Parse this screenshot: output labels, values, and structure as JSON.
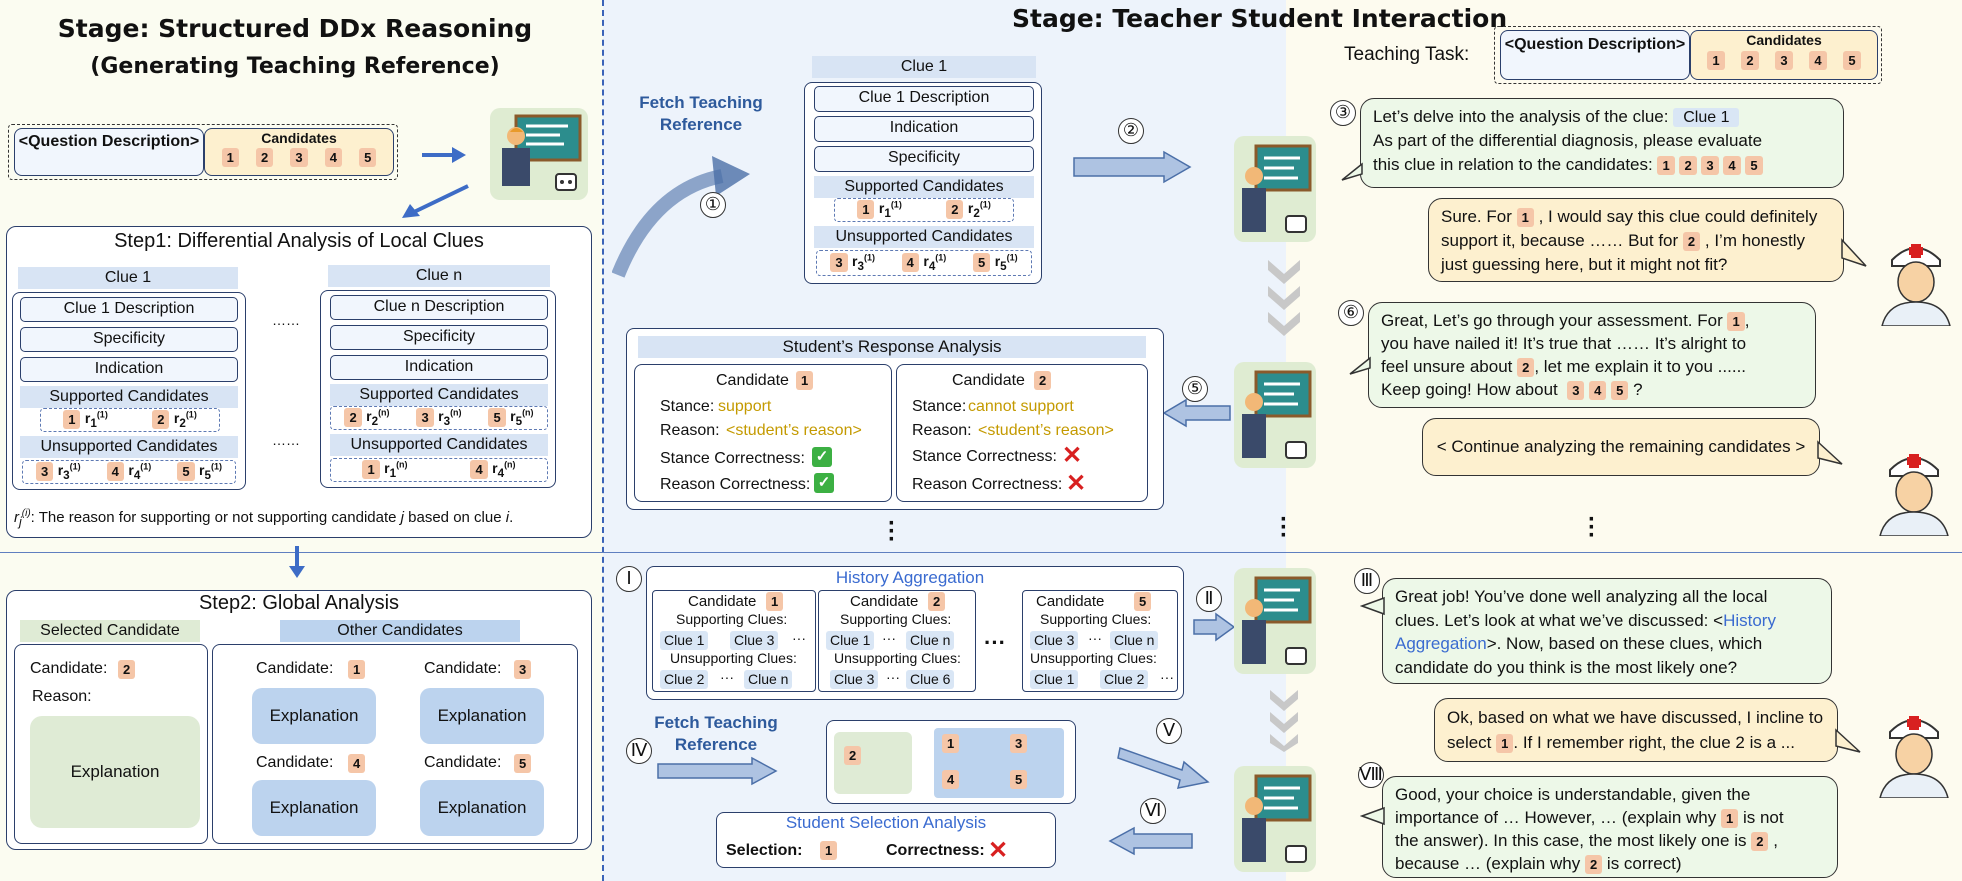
{
  "left": {
    "title": "Stage: Structured DDx Reasoning",
    "subtitle": "(Generating Teaching Reference)",
    "question_label": "<Question Description>",
    "candidates_label": "Candidates",
    "candidates": [
      "1",
      "2",
      "3",
      "4",
      "5"
    ],
    "step1": {
      "title": "Step1: Differential Analysis of Local Clues",
      "clue1": {
        "header": "Clue 1",
        "desc": "Clue 1 Description",
        "specificity": "Specificity",
        "indication": "Indication",
        "supported": "Supported Candidates",
        "unsupported": "Unsupported Candidates"
      },
      "cluen": {
        "header": "Clue n",
        "desc": "Clue n Description",
        "specificity": "Specificity",
        "indication": "Indication",
        "supported": "Supported Candidates",
        "unsupported": "Unsupported Candidates"
      },
      "ellipsis": "……",
      "footnote": "r_j^(i): The reason for supporting or not supporting candidate j based on clue i."
    },
    "step2": {
      "title": "Step2: Global Analysis",
      "selected_header": "Selected Candidate",
      "other_header": "Other Candidates",
      "candidate_label": "Candidate:",
      "reason_label": "Reason:",
      "selected_candidate": "2",
      "explanation": "Explanation",
      "others": [
        "1",
        "3",
        "4",
        "5"
      ]
    }
  },
  "mid": {
    "fetch_label": "Fetch Teaching Reference",
    "step1_num": "①",
    "step2_num": "②",
    "step5_num": "⑤",
    "clue": {
      "header": "Clue 1",
      "desc": "Clue 1 Description",
      "indication": "Indication",
      "specificity": "Specificity",
      "supported": "Supported Candidates",
      "unsupported": "Unsupported Candidates"
    },
    "response": {
      "title": "Student’s Response Analysis",
      "candidate_label": "Candidate",
      "c1": {
        "num": "1",
        "stance": "support",
        "reason": "<student’s reason>"
      },
      "c2": {
        "num": "2",
        "stance": "cannot support",
        "reason": "<student’s reason>"
      },
      "stance_label": "Stance:",
      "reason_label": "Reason:",
      "stance_correct_label": "Stance Correctness:",
      "reason_correct_label": "Reason Correctness:",
      "check": "✅",
      "cross": "✕"
    },
    "roman1": "Ⅰ",
    "history": {
      "title": "History Aggregation",
      "candidate_label": "Candidate",
      "supporting": "Supporting Clues:",
      "unsupporting": "Unsupporting Clues:",
      "cols": [
        {
          "num": "1",
          "sup": [
            "Clue 1",
            "Clue 3"
          ],
          "unsup": [
            "Clue 2",
            "Clue n"
          ]
        },
        {
          "num": "2",
          "sup": [
            "Clue 1",
            "Clue n"
          ],
          "unsup": [
            "Clue 3",
            "Clue 6"
          ]
        },
        {
          "num": "5",
          "sup": [
            "Clue 3",
            "Clue n"
          ],
          "unsup": [
            "Clue 1",
            "Clue 2"
          ]
        }
      ]
    },
    "roman2": "Ⅱ",
    "roman4": "Ⅳ",
    "roman5": "Ⅴ",
    "roman6": "Ⅵ",
    "fetch2_label": "Fetch Teaching Reference",
    "selection": {
      "title": "Student Selection Analysis",
      "selection_label": "Selection:",
      "selection_value": "1",
      "correctness_label": "Correctness:",
      "cross": "✕"
    }
  },
  "right": {
    "title": "Stage: Teacher Student Interaction",
    "teaching_task_label": "Teaching Task:",
    "question_label": "<Question Description>",
    "candidates_label": "Candidates",
    "candidates": [
      "1",
      "2",
      "3",
      "4",
      "5"
    ],
    "n3": "③",
    "b3_pre": "Let’s delve into the analysis of the clue:",
    "b3_pill": "Clue 1",
    "b3_l2": "As part of the differential diagnosis, please evaluate",
    "b3_l3": "this clue in relation to the candidates:",
    "s1_a": "Sure. For",
    "s1_b": ", I would say this clue could definitely",
    "s1_c": "support it, because ……   But for",
    "s1_d": ", I’m honestly",
    "s1_e": "just guessing here, but it might not  fit?",
    "n6": "⑥",
    "b6_a": "Great, Let’s go through your assessment. For",
    "b6_b": "you have nailed it! It’s true that …… It’s alright to",
    "b6_c": "feel unsure about",
    "b6_d": ",  let me explain it to you ......",
    "b6_e": "Keep going!  How about",
    "b6_f": "?",
    "continue": "< Continue analyzing the remaining candidates >",
    "n3r": "Ⅲ",
    "b3r_a": "Great job! You’ve done well analyzing all the local",
    "b3r_b": "clues. Let’s look at what we’ve discussed: <",
    "b3r_link1": "History",
    "b3r_link2": "Aggregation",
    "b3r_c": ">. Now, based on these clues, which",
    "b3r_d": "candidate do you think is the most likely one?",
    "s2_a": "Ok, based on what we have discussed, I incline to",
    "s2_b": "select",
    "s2_c": ". If I remember right, the clue 2 is  a ...",
    "n8": "Ⅷ",
    "b8_a": "Good, your choice is understandable, given the",
    "b8_b": "importance of … However, …  (explain why",
    "b8_c": "is not",
    "b8_d": "the answer). In this case, the most likely one is",
    "b8_e": "because … (explain why",
    "b8_f": "is correct)"
  }
}
